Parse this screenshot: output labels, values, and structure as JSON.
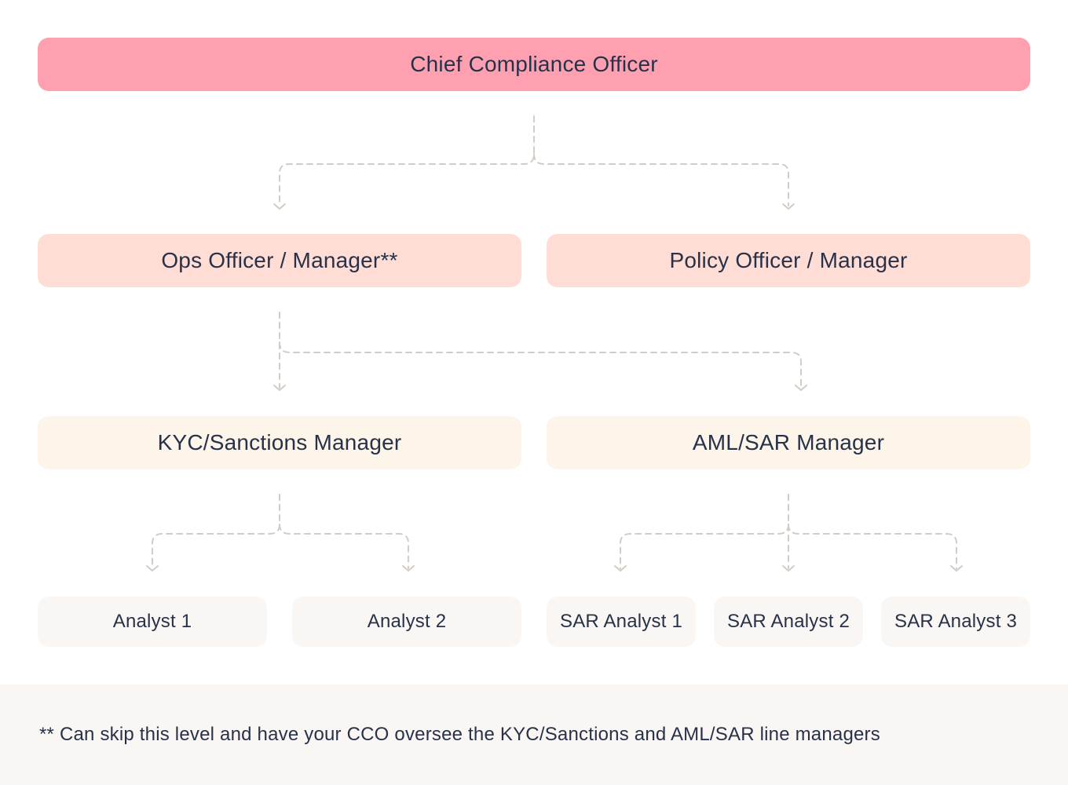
{
  "chart": {
    "level1": {
      "cco": "Chief Compliance Officer"
    },
    "level2": {
      "ops": "Ops Officer / Manager**",
      "policy": "Policy Officer / Manager"
    },
    "level3": {
      "kyc": "KYC/Sanctions Manager",
      "aml": "AML/SAR Manager"
    },
    "level4": {
      "analyst1": "Analyst 1",
      "analyst2": "Analyst 2",
      "sar1": "SAR Analyst 1",
      "sar2": "SAR Analyst 2",
      "sar3": "SAR Analyst 3"
    }
  },
  "footnote": "** Can skip this level and have your CCO oversee the KYC/Sanctions and AML/SAR line managers",
  "colors": {
    "level1": "#ffa0b1",
    "level2": "#ffdcd4",
    "level3": "#fdf5e9",
    "level4": "#faf6f3",
    "connector": "#d3cbc4",
    "text": "#27324a"
  }
}
